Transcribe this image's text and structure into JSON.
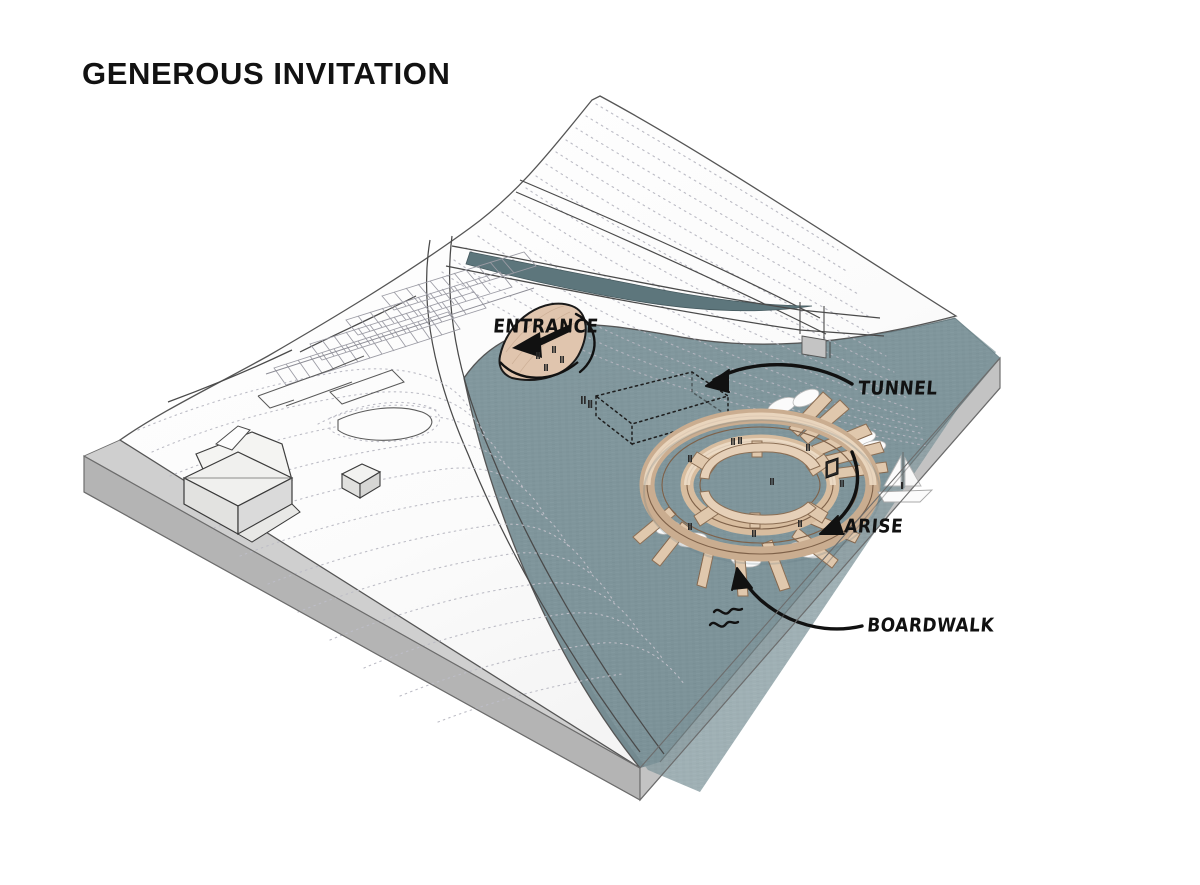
{
  "document": {
    "title": "GENEROUS INVITATION",
    "type": "architectural-site-axonometric-diagram"
  },
  "annotations": [
    {
      "id": "entrance",
      "label": "ENTRANCE",
      "arrow": "thick-straight-arrow-pointing-down-left"
    },
    {
      "id": "tunnel",
      "label": "TUNNEL",
      "arrow": "curved-arrow-arcing-left"
    },
    {
      "id": "arise",
      "label": "ARISE",
      "arrow": "curved-arrow-sweeping-down-left"
    },
    {
      "id": "boardwalk",
      "label": "BOARDWALK",
      "arrow": "curved-arrow-sweeping-up-left"
    }
  ],
  "labels": {
    "entrance": "ENTRANCE",
    "tunnel": "TUNNEL",
    "arise": "ARISE",
    "boardwalk": "BOARDWALK"
  },
  "site_elements": {
    "terrain": "hillside-with-dotted-contour-lines",
    "water": "bay-water-body",
    "base": "gray-model-slab-base",
    "parking": "angled-parking-rows",
    "buildings": "existing-building-massing-and-small-shed",
    "road": "coastal-road-with-bridge",
    "entrance_ramp": "tan-fan-shaped-entrance-plaza",
    "ring_structure": "double-ring-wooden-boardwalk-pavilion",
    "piers": "radial-timber-piers-with-moored-boats",
    "sailboat": "sailboat-on-water",
    "tunnel_path": "dotted-underwater-tunnel-outline",
    "wave_symbol": "wave-squiggle-marks",
    "figures": "scale-human-figures"
  },
  "colors": {
    "water": "#7f959b",
    "water_dark": "#5f7a80",
    "water_deep": "#44575c",
    "timber": "#e3cdb4",
    "timber_shade": "#cbb094",
    "timber_dark": "#a98a6d",
    "entrance_tan": "#e0c5ae",
    "slab": "#b9b9b9",
    "slab_dark": "#9a9a9a",
    "terrain": "#ffffff",
    "terrain_shade": "#f4f4f4",
    "contour": "#b9b9c2",
    "ink": "#2f2f2f",
    "annotation_ink": "#111111",
    "title_ink": "#121212"
  }
}
